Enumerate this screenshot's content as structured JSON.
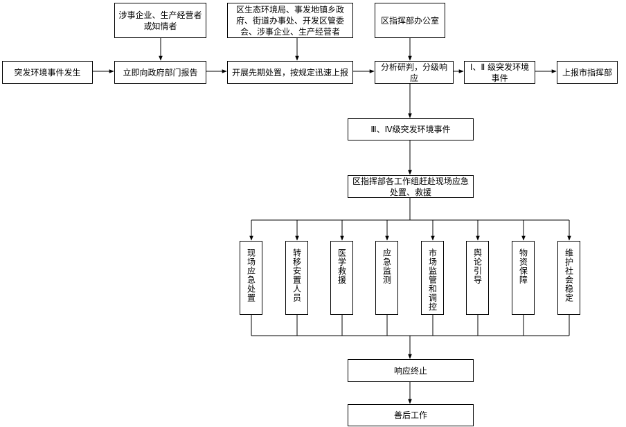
{
  "nodes": {
    "event_occurs": "突发环境事件发生",
    "involved_enterprise_top": "涉事企业、生产经营者或知情者",
    "report_to_gov": "立即向政府部门报告",
    "agencies": "区生态环境局、事发地镇乡政府、街道办事处、开发区管委会、涉事企业、生产经营者",
    "initial_response": "开展先期处置，按规定迅速上报",
    "district_office": "区指挥部办公室",
    "analyze_grade": "分析研判，分级响应",
    "grade_1_2": "Ⅰ、Ⅱ 级突发环境事件",
    "report_city": "上报市指挥部",
    "grade_3_4": "Ⅲ、Ⅳ级突发环境事件",
    "teams_to_scene": "区指挥部各工作组赶赴现场应急处置、救援",
    "response_end": "响应终止",
    "aftermath": "善后工作"
  },
  "teams": [
    "现场应急处置",
    "转移安置人员",
    "医学救援",
    "应急监测",
    "市场监管和调控",
    "舆论引导",
    "物资保障",
    "维护社会稳定"
  ]
}
